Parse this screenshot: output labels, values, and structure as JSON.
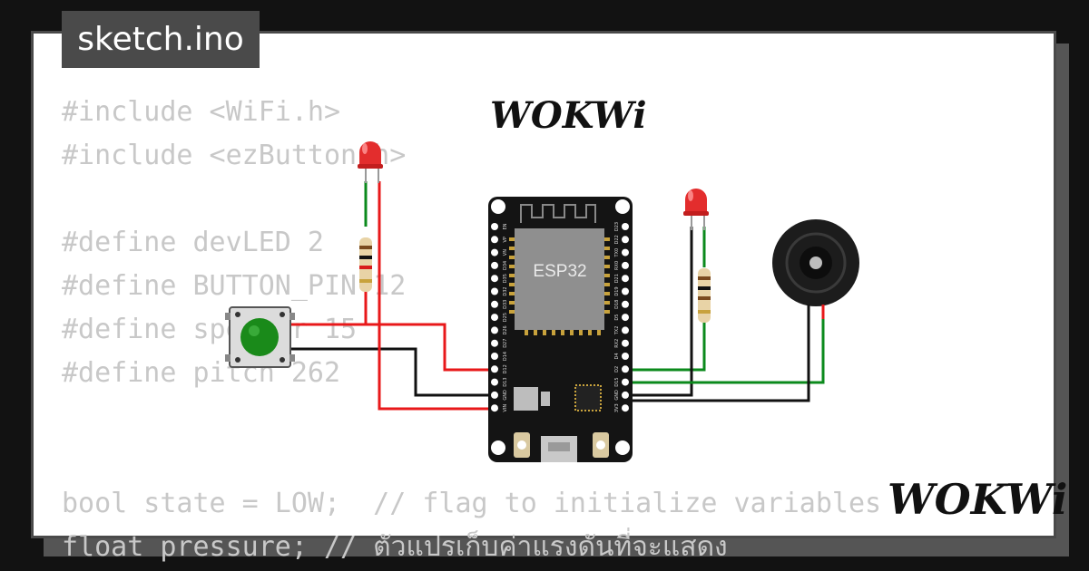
{
  "file_tab": {
    "label": "sketch.ino"
  },
  "code_lines": [
    "#include <WiFi.h>",
    "#include <ezButton.h>",
    "",
    "#define devLED 2",
    "#define BUTTON_PIN 12",
    "#define speaker 15",
    "#define pitch 262",
    "",
    "",
    "bool state = LOW;  // flag to initialize variables",
    "float pressure; // ตัวแปรเก็บค่าแรงดันที่จะแสดง"
  ],
  "board": {
    "chip_label": "ESP32",
    "left_pins": [
      "EN",
      "VP",
      "VN",
      "D34",
      "D35",
      "D32",
      "D33",
      "D25",
      "D26",
      "D27",
      "D14",
      "D12",
      "D13",
      "GND",
      "VIN"
    ],
    "right_pins": [
      "D23",
      "D22",
      "TX0",
      "RX0",
      "D21",
      "D19",
      "D18",
      "D5",
      "TX2",
      "RX2",
      "D4",
      "D2",
      "D15",
      "GND",
      "3V3"
    ]
  },
  "logo_top": "WOKWi",
  "logo_bottom": "WOKWi",
  "colors": {
    "wire_red": "#e8181a",
    "wire_black": "#111111",
    "wire_green": "#0b8a1c",
    "led_red": "#e32d2d",
    "button_green": "#1a8a1a",
    "board": "#141414",
    "chip": "#8f8f8f",
    "pin_gold": "#c8a23c"
  }
}
